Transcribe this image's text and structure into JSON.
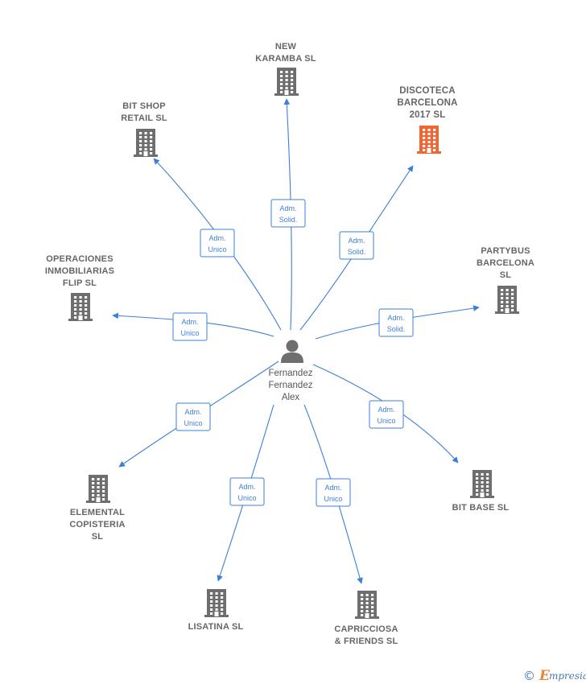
{
  "colors": {
    "edge": "#3d7fd6",
    "building": "#6e6e6e",
    "building_highlight": "#f26532",
    "label_text": "#666666",
    "role_text": "#3d7fd6",
    "person_icon": "#6e6e6e"
  },
  "person": {
    "name_lines": [
      "Fernandez",
      "Fernandez",
      "Alex"
    ],
    "icon": "person-icon"
  },
  "companies": [
    {
      "id": "new-karamba",
      "name_lines": [
        "NEW",
        "KARAMBA  SL"
      ],
      "highlighted": false,
      "role_lines": [
        "Adm.",
        "Solid."
      ],
      "icon": "building-icon"
    },
    {
      "id": "discoteca-barcelona",
      "name_lines": [
        "DISCOTECA",
        "BARCELONA",
        "2017  SL"
      ],
      "highlighted": true,
      "role_lines": [
        "Adm.",
        "Solid."
      ],
      "icon": "building-icon"
    },
    {
      "id": "bit-shop-retail",
      "name_lines": [
        "BIT SHOP",
        "RETAIL  SL"
      ],
      "highlighted": false,
      "role_lines": [
        "Adm.",
        "Unico"
      ],
      "icon": "building-icon"
    },
    {
      "id": "operaciones-inmobiliarias-flip",
      "name_lines": [
        "OPERACIONES",
        "INMOBILIARIAS",
        "FLIP  SL"
      ],
      "highlighted": false,
      "role_lines": [
        "Adm.",
        "Unico"
      ],
      "icon": "building-icon"
    },
    {
      "id": "partybus-barcelona",
      "name_lines": [
        "PARTYBUS",
        "BARCELONA",
        "SL"
      ],
      "highlighted": false,
      "role_lines": [
        "Adm.",
        "Solid."
      ],
      "icon": "building-icon"
    },
    {
      "id": "elemental-copisteria",
      "name_lines": [
        "ELEMENTAL",
        "COPISTERIA",
        "SL"
      ],
      "highlighted": false,
      "role_lines": [
        "Adm.",
        "Unico"
      ],
      "icon": "building-icon"
    },
    {
      "id": "bit-base",
      "name_lines": [
        "BIT BASE  SL"
      ],
      "highlighted": false,
      "role_lines": [
        "Adm.",
        "Unico"
      ],
      "icon": "building-icon"
    },
    {
      "id": "lisatina",
      "name_lines": [
        "LISATINA  SL"
      ],
      "highlighted": false,
      "role_lines": [
        "Adm.",
        "Unico"
      ],
      "icon": "building-icon"
    },
    {
      "id": "capricciosa-friends",
      "name_lines": [
        "CAPRICCIOSA",
        "& FRIENDS  SL"
      ],
      "highlighted": false,
      "role_lines": [
        "Adm.",
        "Unico"
      ],
      "icon": "building-icon"
    }
  ],
  "watermark": {
    "copyright_symbol": "©",
    "brand_initial": "E",
    "brand_rest": "mpresia"
  }
}
